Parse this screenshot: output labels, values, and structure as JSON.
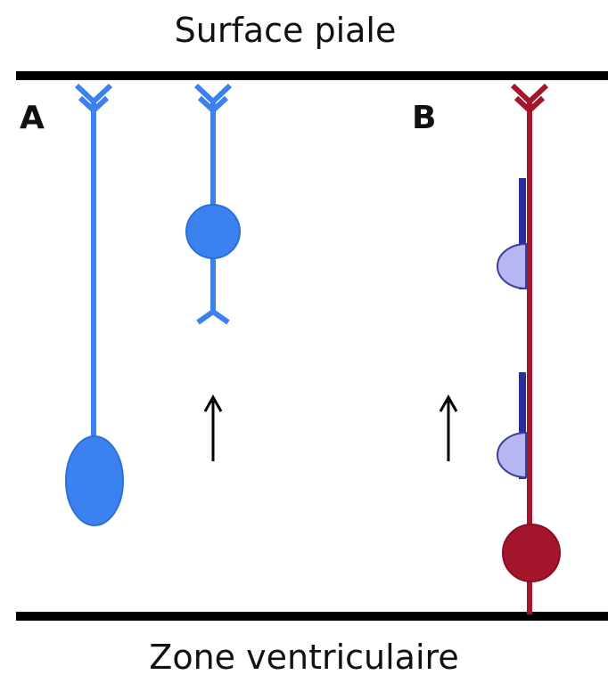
{
  "labels": {
    "top": "Surface piale",
    "bottom": "Zone ventriculaire",
    "panel_a": "A",
    "panel_b": "B"
  },
  "colors": {
    "boundary": "#000000",
    "radial_glia_blue": "#3b82f0",
    "radial_glia_blue_dark": "#2c6fd6",
    "radial_glia_red": "#a3162c",
    "migrating_neuron": "#b6b6f2",
    "neuron_contact": "#2b2f9a",
    "arrow": "#000000"
  }
}
